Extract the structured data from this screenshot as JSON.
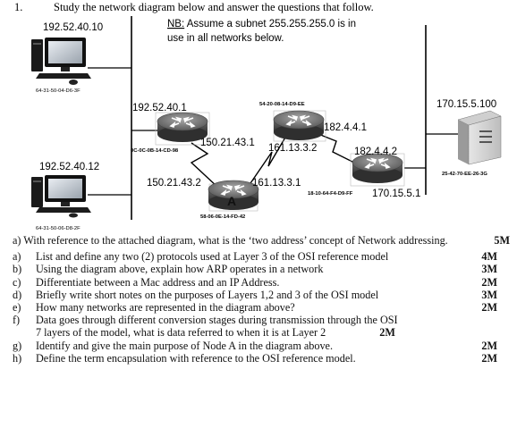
{
  "header": {
    "number": "1.",
    "instruction": "Study the network diagram below and answer the questions that follow.",
    "note_prefix": "NB:",
    "note_line1": " Assume a subnet 255.255.255.0 is in",
    "note_line2": "use in all networks below."
  },
  "diagram": {
    "pc_top": {
      "ip": "192.52.40.10",
      "mac": "64-31-50-04-D6-3F"
    },
    "pc_bottom": {
      "ip": "192.52.40.12",
      "mac": "64-31-50-06-D8-2F"
    },
    "router_left": {
      "ip_lan": "192.52.40.1",
      "mac": "0C-0C-0B-14-CD-98",
      "ip_wan": "150.21.43.1"
    },
    "router_a": {
      "label": "A",
      "ip_left": "150.21.43.2",
      "ip_right": "161.13.3.1",
      "mac": "58-06-0E-14-FD-42"
    },
    "router_mid": {
      "mac": "54-20-08-14-D9-EE",
      "ip_left": "161.13.3.2",
      "ip_right": "182.4.4.1"
    },
    "router_right": {
      "ip_left": "182.4.4.2",
      "mac": "18-10-64-F4-D9-FF",
      "ip_lan": "170.15.5.1"
    },
    "server": {
      "ip": "170.15.5.100",
      "mac": "25-42-70-EE-26-3G"
    }
  },
  "intro": {
    "text": "a) With reference to the attached diagram, what is the ‘two address’ concept of Network addressing.",
    "marks": "5M"
  },
  "questions": [
    {
      "letter": "a)",
      "text": "List and define any two (2) protocols used at Layer 3 of the OSI reference model",
      "marks": "4M"
    },
    {
      "letter": "b)",
      "text": "Using the diagram above, explain how ARP operates in a network",
      "marks": "3M"
    },
    {
      "letter": "c)",
      "text": "Differentiate between a Mac address and an IP Address.",
      "marks": "2M"
    },
    {
      "letter": "d)",
      "text": "Briefly write short notes on the purposes of Layers 1,2 and 3 of the OSI model",
      "marks": "3M"
    },
    {
      "letter": "e)",
      "text": "How many networks are represented in the diagram above?",
      "marks": "2M"
    },
    {
      "letter": "f)",
      "text": "Data goes through different conversion stages during transmission through the OSI",
      "text2": "7 layers of the model, what is data referred to when it is at Layer 2",
      "marks": "2M"
    },
    {
      "letter": "g)",
      "text": "Identify and give the main purpose of Node A in the diagram above.",
      "marks": "2M"
    },
    {
      "letter": "h)",
      "text": "Define the term encapsulation with reference to the OSI reference model.",
      "marks": "2M"
    }
  ]
}
